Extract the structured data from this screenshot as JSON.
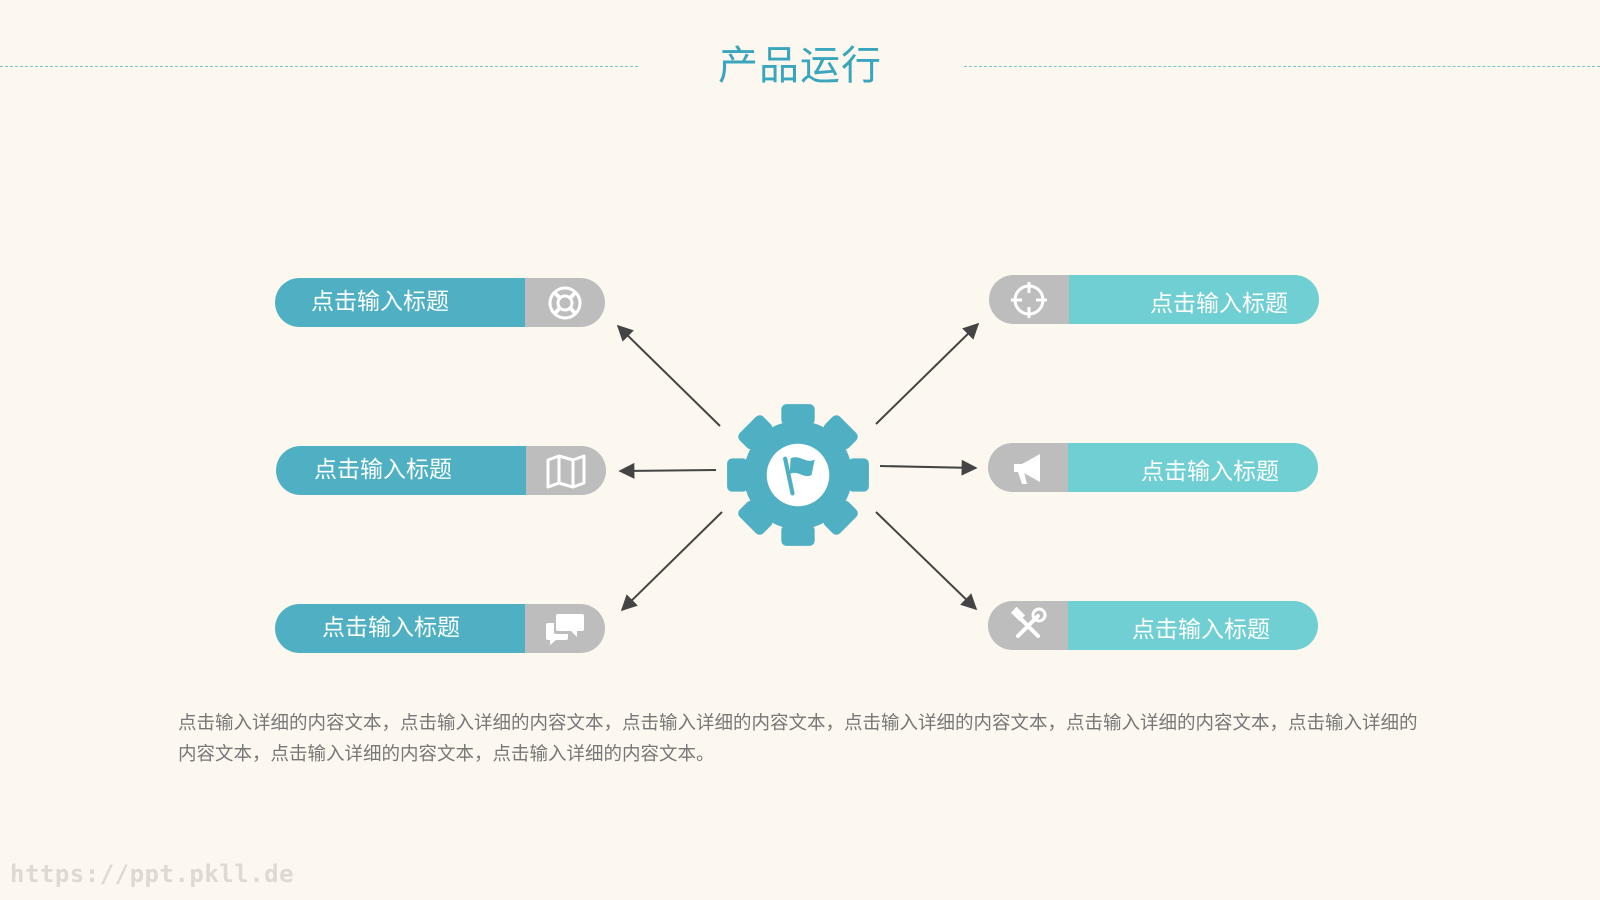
{
  "title": "产品运行",
  "items_left": [
    {
      "label": "点击输入标题",
      "icon": "lifebuoy-icon"
    },
    {
      "label": "点击输入标题",
      "icon": "map-icon"
    },
    {
      "label": "点击输入标题",
      "icon": "chat-bubbles-icon"
    }
  ],
  "items_right": [
    {
      "label": "点击输入标题",
      "icon": "crosshair-icon"
    },
    {
      "label": "点击输入标题",
      "icon": "megaphone-icon"
    },
    {
      "label": "点击输入标题",
      "icon": "tools-icon"
    }
  ],
  "center_icon": "flag-gear-icon",
  "body_text": "点击输入详细的内容文本，点击输入详细的内容文本，点击输入详细的内容文本，点击输入详细的内容文本，点击输入详细的内容文本，点击输入详细的内容文本，点击输入详细的内容文本，点击输入详细的内容文本。",
  "watermark": "https://ppt.pkll.de",
  "colors": {
    "background": "#fcf8ef",
    "title": "#3aa6bd",
    "pill_left": "#4fb0c4",
    "pill_right": "#6fcfd2",
    "icon_bg": "#bdbdbd",
    "gear": "#4fb0c4",
    "arrow": "#444444"
  }
}
